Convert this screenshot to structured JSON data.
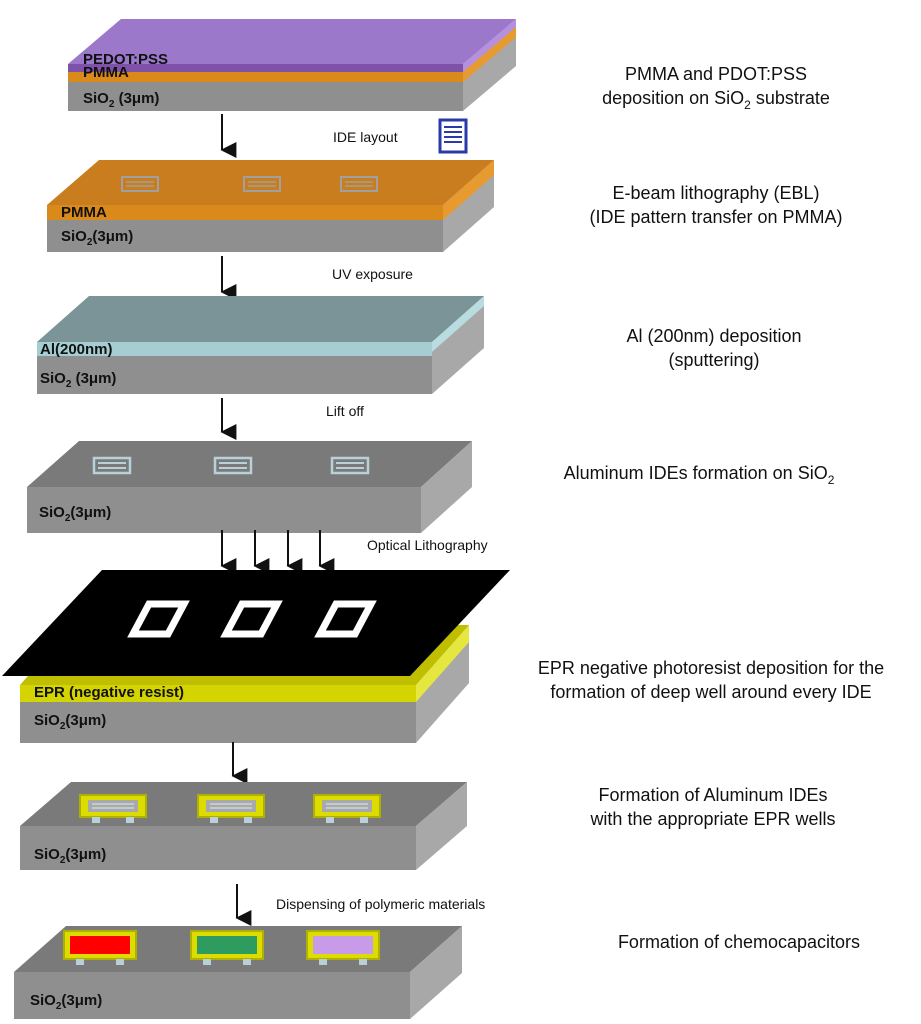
{
  "steps": [
    {
      "layers": [
        {
          "label": "PEDOT:PSS",
          "color": "#8a5bb0"
        },
        {
          "label": "PMMA",
          "color": "#d98a1a"
        },
        {
          "label": "SiO",
          "sub": "2",
          "suffix": " (3μm)",
          "color": "#8c8c8c"
        }
      ],
      "desc": [
        "PMMA and PDOT:PSS",
        "deposition on SiO",
        "2",
        " substrate"
      ]
    },
    {
      "layers": [
        {
          "label": "PMMA",
          "color": "#d98a1a"
        },
        {
          "label": "SiO",
          "sub": "2",
          "suffix": "(3μm)",
          "color": "#8c8c8c"
        }
      ],
      "desc": [
        "E-beam lithography (EBL)",
        "(IDE pattern transfer on PMMA)"
      ]
    },
    {
      "layers": [
        {
          "label": "Al(200nm)",
          "color": "#9fc8cc"
        },
        {
          "label": "SiO",
          "sub": "2",
          "suffix": " (3μm)",
          "color": "#8c8c8c"
        }
      ],
      "desc": [
        "Al (200nm) deposition",
        "(sputtering)"
      ]
    },
    {
      "layers": [
        {
          "label": "SiO",
          "sub": "2",
          "suffix": "(3μm)",
          "color": "#8c8c8c"
        }
      ],
      "desc": [
        "Aluminum IDEs formation on SiO",
        "2"
      ]
    },
    {
      "layers": [
        {
          "label": "EPR (negative resist)",
          "color": "#d4d400"
        },
        {
          "label": "SiO",
          "sub": "2",
          "suffix": "(3μm)",
          "color": "#8c8c8c"
        }
      ],
      "desc": [
        "EPR negative photoresist deposition for the",
        "formation of deep well around every IDE"
      ]
    },
    {
      "layers": [
        {
          "label": "SiO",
          "sub": "2",
          "suffix": "(3μm)",
          "color": "#8c8c8c"
        }
      ],
      "desc": [
        "Formation of Aluminum IDEs",
        "with the appropriate EPR wells"
      ]
    },
    {
      "layers": [
        {
          "label": "SiO",
          "sub": "2",
          "suffix": "(3μm)",
          "color": "#8c8c8c"
        }
      ],
      "desc": [
        "Formation of chemocapacitors"
      ]
    }
  ],
  "arrow_notes": [
    "IDE layout",
    "UV exposure",
    "Lift off",
    "Optical Lithography",
    "Dispensing of polymeric materials"
  ],
  "well_fills": [
    "#ff0000",
    "#2e9c5e",
    "#c79be8"
  ],
  "colors": {
    "mask": "#000000",
    "ide": "#b8d0d8",
    "well": "#e6e600",
    "ide_layout_icon": "#2a3aa8"
  }
}
